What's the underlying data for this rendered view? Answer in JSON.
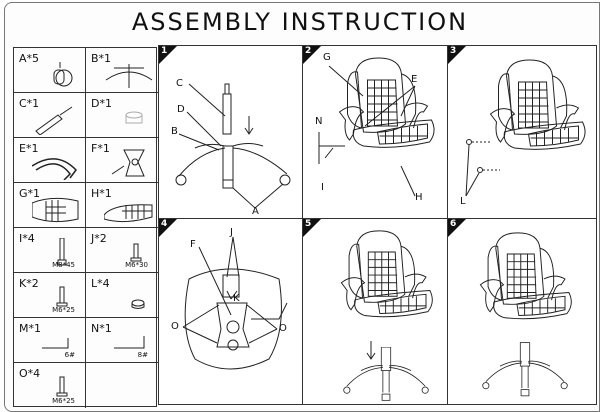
{
  "title": "ASSEMBLY INSTRUCTION",
  "parts": [
    {
      "id": "A*5",
      "spec": ""
    },
    {
      "id": "B*1",
      "spec": ""
    },
    {
      "id": "C*1",
      "spec": ""
    },
    {
      "id": "D*1",
      "spec": ""
    },
    {
      "id": "E*1",
      "spec": ""
    },
    {
      "id": "F*1",
      "spec": ""
    },
    {
      "id": "G*1",
      "spec": ""
    },
    {
      "id": "H*1",
      "spec": ""
    },
    {
      "id": "I*4",
      "spec": "M8*45"
    },
    {
      "id": "J*2",
      "spec": "M6*30"
    },
    {
      "id": "K*2",
      "spec": "M6*25"
    },
    {
      "id": "L*4",
      "spec": ""
    },
    {
      "id": "M*1",
      "spec": "6#"
    },
    {
      "id": "N*1",
      "spec": "8#"
    },
    {
      "id": "O*4",
      "spec": "M6*25"
    }
  ],
  "steps": [
    {
      "number": "1",
      "labels": [
        "C",
        "D",
        "B",
        "A"
      ]
    },
    {
      "number": "2",
      "labels": [
        "G",
        "E",
        "N",
        "I",
        "H"
      ]
    },
    {
      "number": "3",
      "labels": [
        "L"
      ]
    },
    {
      "number": "4",
      "labels": [
        "F",
        "J",
        "K",
        "O",
        "O"
      ]
    },
    {
      "number": "5",
      "labels": []
    },
    {
      "number": "6",
      "labels": []
    }
  ]
}
